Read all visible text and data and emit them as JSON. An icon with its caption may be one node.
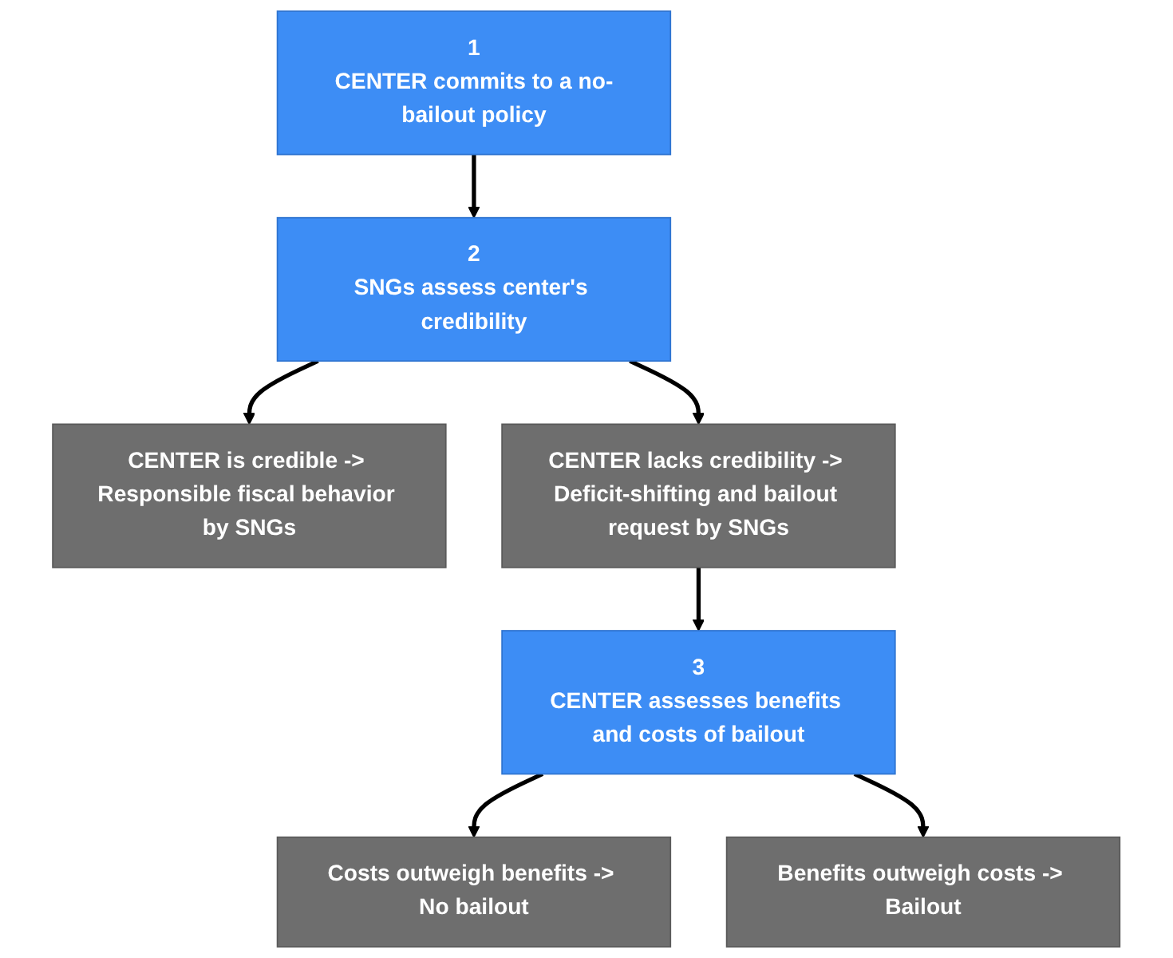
{
  "diagram": {
    "nodes": [
      {
        "text": [
          "1",
          "CENTER commits to a no-bailout policy"
        ]
      },
      {
        "text": [
          "2",
          "SNGs assess center's credibility"
        ]
      },
      {
        "text": [
          "CENTER is credible -> Responsible fiscal behavior by SNGs"
        ]
      },
      {
        "text": [
          "CENTER lacks credibility -> Deficit-shifting and bailout request by SNGs"
        ]
      },
      {
        "text": [
          "3",
          "CENTER assesses benefits and costs of bailout"
        ]
      },
      {
        "text": [
          "Costs outweigh benefits -> No bailout"
        ]
      },
      {
        "text": [
          "Benefits outweigh costs -> Bailout"
        ]
      }
    ],
    "edges": [
      {
        "from": 0,
        "to": 1,
        "arrow": "to"
      },
      {
        "from": 1,
        "to": 2,
        "arrow": "to"
      },
      {
        "from": 1,
        "to": 3,
        "arrow": "to"
      },
      {
        "from": 3,
        "to": 4,
        "arrow": "to"
      },
      {
        "from": 4,
        "to": 5,
        "arrow": "to"
      },
      {
        "from": 4,
        "to": 6,
        "arrow": "to"
      }
    ]
  }
}
